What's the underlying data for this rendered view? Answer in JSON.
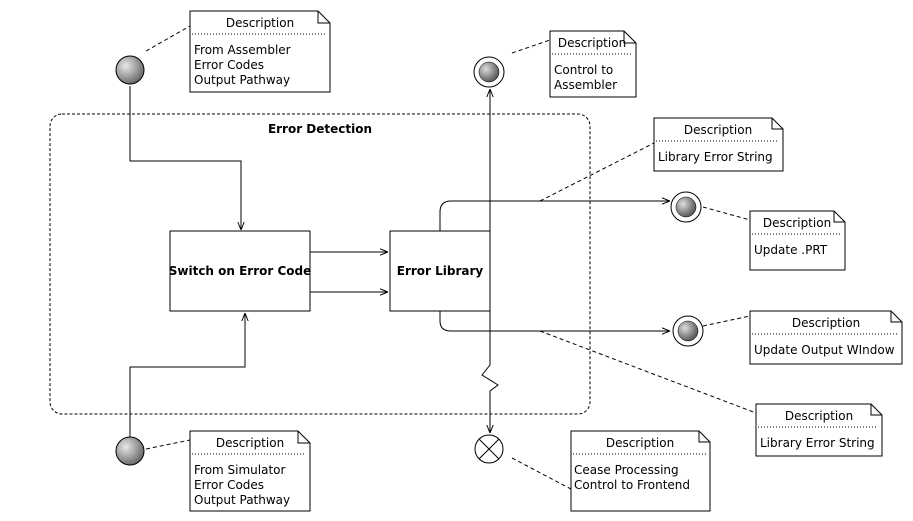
{
  "group": {
    "label": "Error Detection"
  },
  "boxes": {
    "switch": {
      "label": "Switch on Error Code"
    },
    "library": {
      "label": "Error Library"
    }
  },
  "notes": [
    {
      "id": "assembler-in",
      "title": "Description",
      "lines": [
        "From Assembler",
        "Error Codes",
        "Output Pathway"
      ]
    },
    {
      "id": "simulator-in",
      "title": "Description",
      "lines": [
        "From Simulator",
        "Error Codes",
        "Output Pathway"
      ]
    },
    {
      "id": "assembler-out",
      "title": "Description",
      "lines": [
        "Control to",
        "Assembler"
      ]
    },
    {
      "id": "lib-string-top",
      "title": "Description",
      "lines": [
        "Library Error String"
      ]
    },
    {
      "id": "prt",
      "title": "Description",
      "lines": [
        "Update .PRT"
      ]
    },
    {
      "id": "output-window",
      "title": "Description",
      "lines": [
        "Update Output WIndow"
      ]
    },
    {
      "id": "lib-string-bottom",
      "title": "Description",
      "lines": [
        "Library Error String"
      ]
    },
    {
      "id": "cease",
      "title": "Description",
      "lines": [
        "Cease Processing",
        "Control to Frontend"
      ]
    }
  ]
}
